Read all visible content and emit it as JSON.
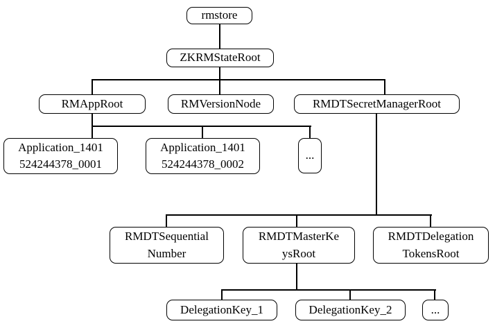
{
  "diagram": {
    "nodes": {
      "rmstore": "rmstore",
      "zkrmstateroot": "ZKRMStateRoot",
      "rmapproot": "RMAppRoot",
      "rmversionnode": "RMVersionNode",
      "rmdtsecretmanagerroot": "RMDTSecretManagerRoot",
      "application1": "Application_1401\n524244378_0001",
      "application2": "Application_1401\n524244378_0002",
      "applications_ellipsis": "...",
      "rmdtsequentialnumber": "RMDTSequential\nNumber",
      "rmdtmasterkeysroot": "RMDTMasterKe\nysRoot",
      "rmdtdelegationtokensroot": "RMDTDelegation\nTokensRoot",
      "delegationkey1": "DelegationKey_1",
      "delegationkey2": "DelegationKey_2",
      "delegationkeys_ellipsis": "..."
    },
    "hierarchy": {
      "rmstore": [
        "ZKRMStateRoot"
      ],
      "ZKRMStateRoot": [
        "RMAppRoot",
        "RMVersionNode",
        "RMDTSecretManagerRoot"
      ],
      "RMAppRoot": [
        "Application_1401524244378_0001",
        "Application_1401524244378_0002",
        "..."
      ],
      "RMDTSecretManagerRoot": [
        "RMDTSequentialNumber",
        "RMDTMasterKeysRoot",
        "RMDTDelegationTokensRoot"
      ],
      "RMDTMasterKeysRoot": [
        "DelegationKey_1",
        "DelegationKey_2",
        "..."
      ]
    },
    "colors": {
      "background": "#ffffff",
      "stroke": "#000000",
      "text": "#000000"
    }
  }
}
